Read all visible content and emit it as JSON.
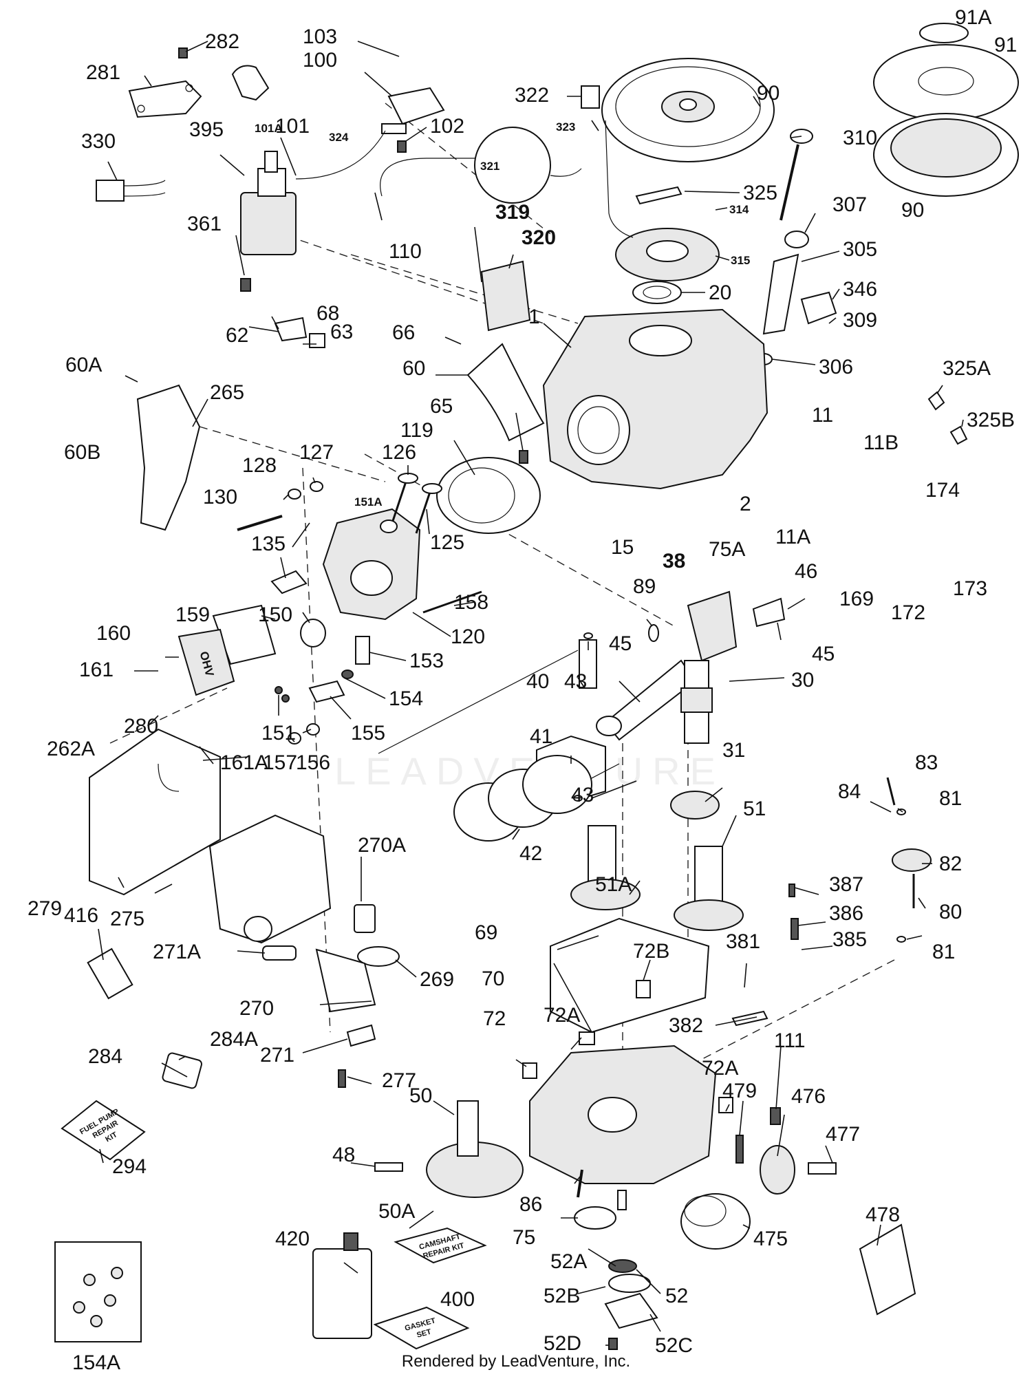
{
  "footer": "Rendered by LeadVenture, Inc.",
  "watermark": "LEADVENTURE",
  "kits": {
    "fuel_pump": [
      "FUEL PUMP",
      "REPAIR",
      "KIT"
    ],
    "camshaft": [
      "CAMSHAFT",
      "REPAIR KIT"
    ],
    "gasket": [
      "GASKET",
      "SET"
    ]
  },
  "valve_cover_mark": "OHV",
  "labels": {
    "l1": "1",
    "l2": "2",
    "l11": "11",
    "l11A": "11A",
    "l11B": "11B",
    "l15": "15",
    "l20": "20",
    "l30": "30",
    "l31": "31",
    "l38": "38",
    "l40": "40",
    "l41": "41",
    "l42": "42",
    "l43a": "43",
    "l43b": "43",
    "l45a": "45",
    "l45b": "45",
    "l46": "46",
    "l48": "48",
    "l50": "50",
    "l50A": "50A",
    "l51": "51",
    "l51A": "51A",
    "l52": "52",
    "l52A": "52A",
    "l52B": "52B",
    "l52C": "52C",
    "l52D": "52D",
    "l60": "60",
    "l60A": "60A",
    "l60B": "60B",
    "l62": "62",
    "l63": "63",
    "l65": "65",
    "l66": "66",
    "l68": "68",
    "l69": "69",
    "l70": "70",
    "l72": "72",
    "l72A1": "72A",
    "l72A2": "72A",
    "l72B": "72B",
    "l75": "75",
    "l75A": "75A",
    "l80": "80",
    "l81a": "81",
    "l81b": "81",
    "l82": "82",
    "l83": "83",
    "l84": "84",
    "l86": "86",
    "l89": "89",
    "l90a": "90",
    "l90b": "90",
    "l91": "91",
    "l91A": "91A",
    "l100": "100",
    "l101": "101",
    "l101A": "101A",
    "l102": "102",
    "l103": "103",
    "l110": "110",
    "l111": "111",
    "l119": "119",
    "l120": "120",
    "l125": "125",
    "l126": "126",
    "l127": "127",
    "l128": "128",
    "l130": "130",
    "l135": "135",
    "l150": "150",
    "l151": "151",
    "l151A": "151A",
    "l153": "153",
    "l154": "154",
    "l154A": "154A",
    "l155": "155",
    "l156": "156",
    "l157": "157",
    "l158": "158",
    "l159": "159",
    "l160": "160",
    "l161": "161",
    "l161A": "161A",
    "l169": "169",
    "l172": "172",
    "l173": "173",
    "l174": "174",
    "l262A": "262A",
    "l265": "265",
    "l269": "269",
    "l270": "270",
    "l270A": "270A",
    "l271": "271",
    "l271A": "271A",
    "l275": "275",
    "l277": "277",
    "l279": "279",
    "l280": "280",
    "l281": "281",
    "l282": "282",
    "l284": "284",
    "l284A": "284A",
    "l294": "294",
    "l305": "305",
    "l306": "306",
    "l307": "307",
    "l309": "309",
    "l310": "310",
    "l314": "314",
    "l315": "315",
    "l319": "319",
    "l320": "320",
    "l321": "321",
    "l322": "322",
    "l323": "323",
    "l324": "324",
    "l325": "325",
    "l325A": "325A",
    "l325B": "325B",
    "l330": "330",
    "l346": "346",
    "l361": "361",
    "l381": "381",
    "l382": "382",
    "l385": "385",
    "l386": "386",
    "l387": "387",
    "l395": "395",
    "l400": "400",
    "l416": "416",
    "l420": "420",
    "l475": "475",
    "l476": "476",
    "l477": "477",
    "l478": "478",
    "l479": "479"
  }
}
